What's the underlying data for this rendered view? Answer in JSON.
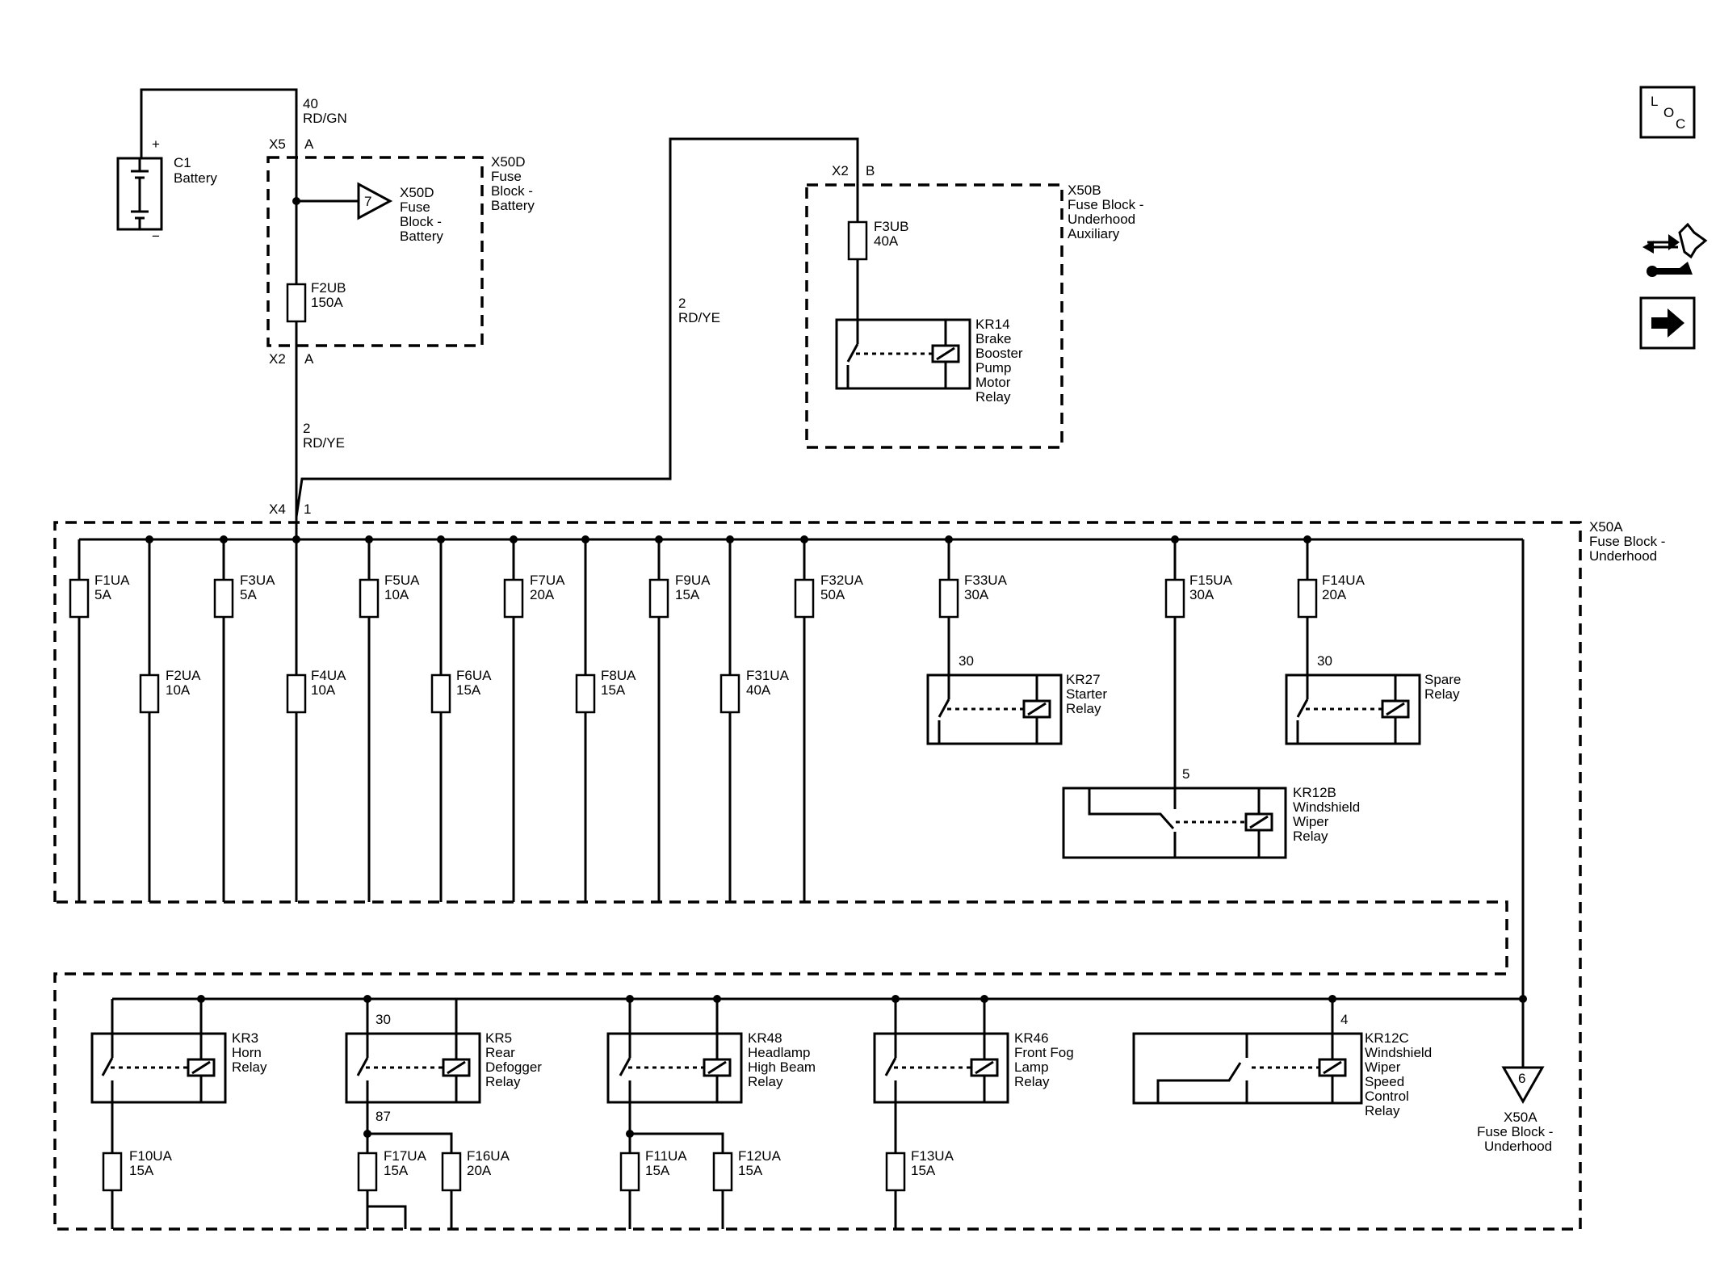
{
  "battery": {
    "plus": "+",
    "minus": "−",
    "name": "C1",
    "label": "Battery"
  },
  "wires": {
    "top": {
      "num": "40",
      "color": "RD/GN"
    },
    "main": {
      "num": "2",
      "color": "RD/YE"
    },
    "aux": {
      "num": "2",
      "color": "RD/YE"
    }
  },
  "connectors": {
    "x5": {
      "name": "X5",
      "pin": "A"
    },
    "x2a": {
      "name": "X2",
      "pin": "A"
    },
    "x2b": {
      "name": "X2",
      "pin": "B"
    },
    "x4": {
      "name": "X4",
      "pin": "1"
    }
  },
  "x50d": {
    "name": "X50D",
    "l1": "Fuse",
    "l2": "Block -",
    "l3": "Battery",
    "ref_pin": "7",
    "ref_name": "X50D",
    "ref_l1": "Fuse",
    "ref_l2": "Block -",
    "ref_l3": "Battery",
    "fuse_name": "F2UB",
    "fuse_amp": "150A"
  },
  "x50b": {
    "name": "X50B",
    "l1": "Fuse Block -",
    "l2": "Underhood",
    "l3": "Auxiliary",
    "fuse_name": "F3UB",
    "fuse_amp": "40A",
    "relay_name": "KR14",
    "relay_l1": "Brake",
    "relay_l2": "Booster",
    "relay_l3": "Pump",
    "relay_l4": "Motor",
    "relay_l5": "Relay"
  },
  "x50a": {
    "name": "X50A",
    "l1": "Fuse Block -",
    "l2": "Underhood"
  },
  "fuses_top": [
    {
      "name": "F1UA",
      "amp": "5A"
    },
    {
      "name": "F2UA",
      "amp": "10A"
    },
    {
      "name": "F3UA",
      "amp": "5A"
    },
    {
      "name": "F4UA",
      "amp": "10A"
    },
    {
      "name": "F5UA",
      "amp": "10A"
    },
    {
      "name": "F6UA",
      "amp": "15A"
    },
    {
      "name": "F7UA",
      "amp": "20A"
    },
    {
      "name": "F8UA",
      "amp": "15A"
    },
    {
      "name": "F9UA",
      "amp": "15A"
    },
    {
      "name": "F31UA",
      "amp": "40A"
    },
    {
      "name": "F32UA",
      "amp": "50A"
    },
    {
      "name": "F33UA",
      "amp": "30A"
    },
    {
      "name": "F15UA",
      "amp": "30A"
    },
    {
      "name": "F14UA",
      "amp": "20A"
    }
  ],
  "relays_top": {
    "kr27": {
      "pin": "30",
      "name": "KR27",
      "l1": "Starter",
      "l2": "Relay"
    },
    "spare": {
      "pin": "30",
      "l1": "Spare",
      "l2": "Relay"
    },
    "kr12b": {
      "pin": "5",
      "name": "KR12B",
      "l1": "Windshield",
      "l2": "Wiper",
      "l3": "Relay"
    }
  },
  "relays_bottom": {
    "kr3": {
      "name": "KR3",
      "l1": "Horn",
      "l2": "Relay"
    },
    "kr5": {
      "pin_in": "30",
      "pin_out": "87",
      "name": "KR5",
      "l1": "Rear",
      "l2": "Defogger",
      "l3": "Relay"
    },
    "kr48": {
      "name": "KR48",
      "l1": "Headlamp",
      "l2": "High Beam",
      "l3": "Relay"
    },
    "kr46": {
      "name": "KR46",
      "l1": "Front Fog",
      "l2": "Lamp",
      "l3": "Relay"
    },
    "kr12c": {
      "pin": "4",
      "name": "KR12C",
      "l1": "Windshield",
      "l2": "Wiper",
      "l3": "Speed",
      "l4": "Control",
      "l5": "Relay"
    }
  },
  "fuses_bottom": [
    {
      "name": "F10UA",
      "amp": "15A"
    },
    {
      "name": "F17UA",
      "amp": "15A"
    },
    {
      "name": "F16UA",
      "amp": "20A"
    },
    {
      "name": "F11UA",
      "amp": "15A"
    },
    {
      "name": "F12UA",
      "amp": "15A"
    },
    {
      "name": "F13UA",
      "amp": "15A"
    }
  ],
  "offpage": {
    "pin": "6",
    "name": "X50A",
    "l1": "Fuse Block -",
    "l2": "Underhood"
  },
  "nav": {
    "loc_l": "L",
    "loc_o": "O",
    "loc_c": "C"
  }
}
